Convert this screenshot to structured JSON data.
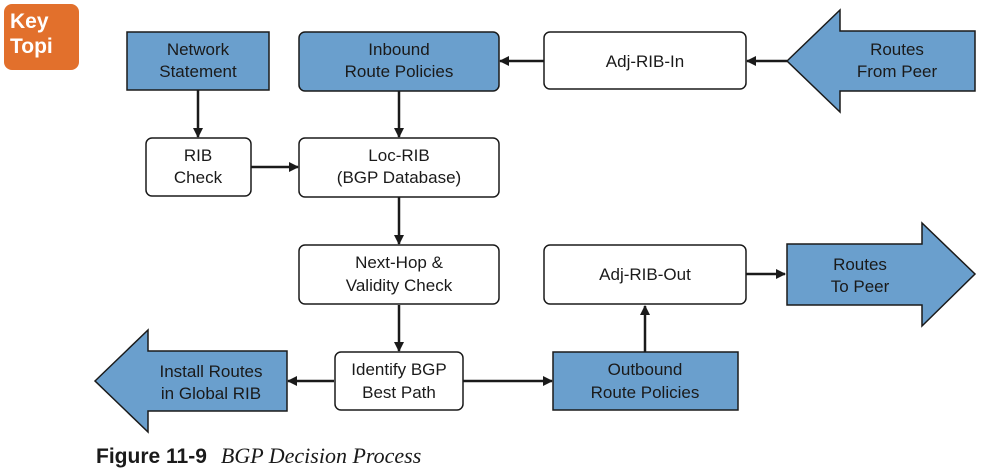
{
  "badge": {
    "line1": "Key",
    "line2": "Topi",
    "color": "#e2702c"
  },
  "colors": {
    "blue_fill": "#6a9fcd",
    "white_fill": "#ffffff",
    "stroke": "#1a1a1a"
  },
  "nodes": {
    "network_statement": [
      "Network",
      "Statement"
    ],
    "inbound_route_policies": [
      "Inbound",
      "Route Policies"
    ],
    "adj_rib_in": [
      "Adj-RIB-In"
    ],
    "routes_from_peer": [
      "Routes",
      "From Peer"
    ],
    "rib_check": [
      "RIB",
      "Check"
    ],
    "loc_rib": [
      "Loc-RIB",
      "(BGP Database)"
    ],
    "next_hop_validity_check": [
      "Next-Hop &",
      "Validity Check"
    ],
    "adj_rib_out": [
      "Adj-RIB-Out"
    ],
    "routes_to_peer": [
      "Routes",
      "To Peer"
    ],
    "install_routes": [
      "Install Routes",
      "in Global RIB"
    ],
    "identify_best_path": [
      "Identify BGP",
      "Best Path"
    ],
    "outbound_route_policies": [
      "Outbound",
      "Route Policies"
    ]
  },
  "caption": {
    "number": "Figure 11-9",
    "title": "BGP Decision Process"
  }
}
